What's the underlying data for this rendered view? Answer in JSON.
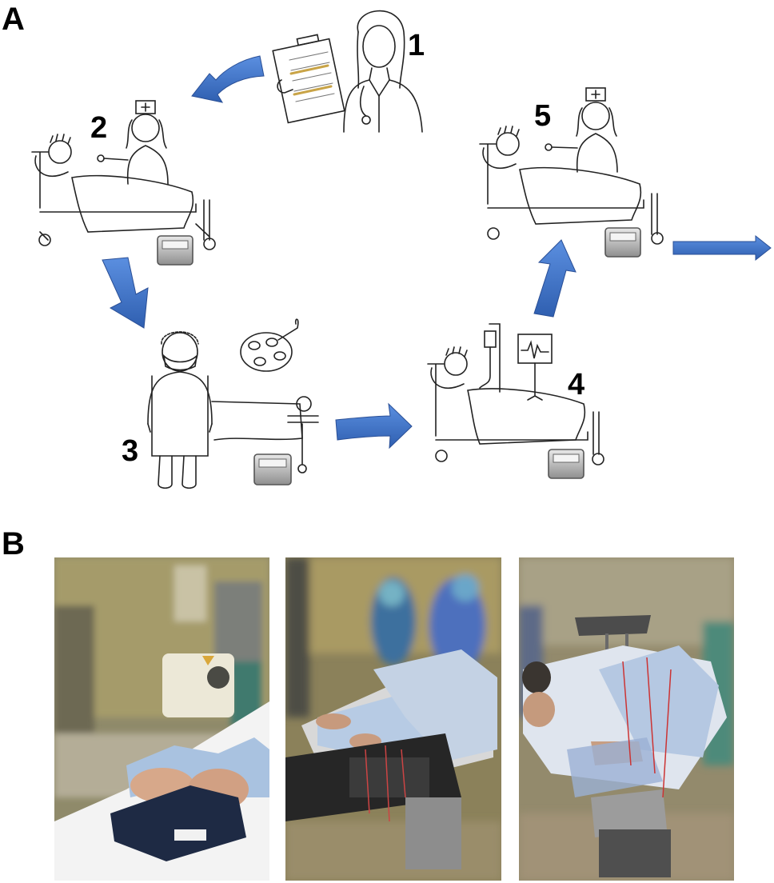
{
  "panel_a": {
    "label": "A",
    "steps": [
      {
        "number": "1"
      },
      {
        "number": "2"
      },
      {
        "number": "3"
      },
      {
        "number": "4"
      },
      {
        "number": "5"
      }
    ]
  },
  "panel_b": {
    "label": "B"
  },
  "colors": {
    "arrow_blue": "#3b6fc7",
    "ink": "#222222",
    "device_gray": "#9a9a9a"
  }
}
